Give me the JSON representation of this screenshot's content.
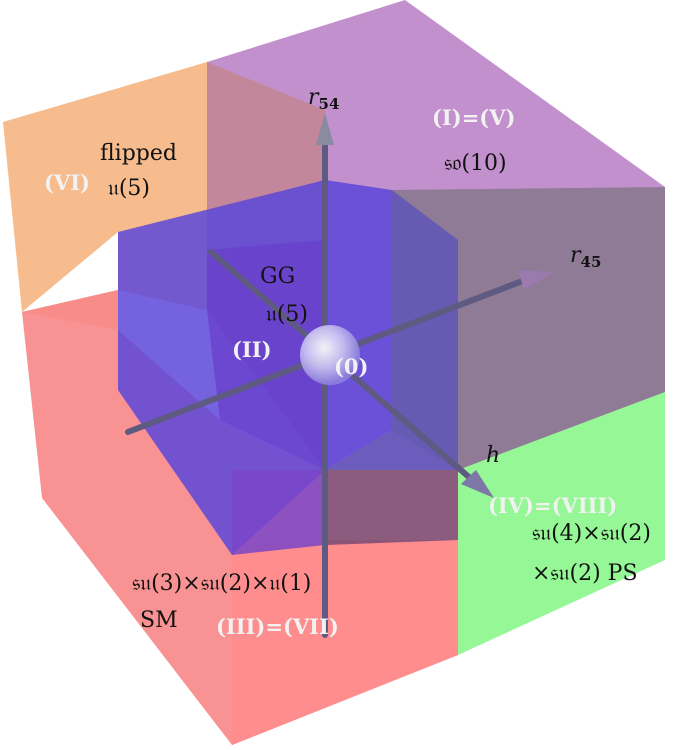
{
  "axes": {
    "r54": {
      "main": "r",
      "sub": "54"
    },
    "r45": {
      "main": "r",
      "sub": "45"
    },
    "h": {
      "main": "h"
    }
  },
  "regions": {
    "I_V": {
      "roman": "(I)=(V)",
      "algebra": "𝔰𝔬(10)"
    },
    "VI": {
      "roman": "(VI)",
      "line1": "flipped",
      "line2": "𝔲(5)"
    },
    "II": {
      "roman": "(II)",
      "line1": "GG",
      "line2": "𝔲(5)"
    },
    "O": {
      "roman": "(0)"
    },
    "IV_VIII": {
      "roman": "(IV)=(VIII)",
      "line1": "𝔰𝔲(4)×𝔰𝔲(2)",
      "line2": "×𝔰𝔲(2) PS"
    },
    "III_VII": {
      "roman": "(III)=(VII)",
      "line1": "𝔰𝔲(3)×𝔰𝔲(2)×𝔲(1)",
      "line2": "SM"
    }
  },
  "colors": {
    "purple": "#b87ec4",
    "orange": "#f4b682",
    "red": "#f88a8a",
    "green": "#8ef58e",
    "blue": "#5a46d8",
    "axis": "#6e6a8c"
  }
}
